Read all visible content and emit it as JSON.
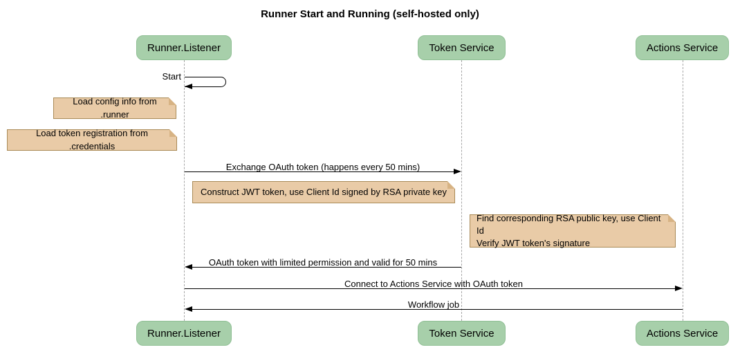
{
  "diagram": {
    "title": "Runner Start and Running (self-hosted only)",
    "participants": [
      {
        "name": "Runner.Listener"
      },
      {
        "name": "Token Service"
      },
      {
        "name": "Actions Service"
      }
    ],
    "self_message": {
      "participant": "Runner.Listener",
      "label": "Start"
    },
    "notes": [
      {
        "position": "left of Runner.Listener",
        "text": "Load config info from .runner"
      },
      {
        "position": "left of Runner.Listener",
        "text": "Load token registration from .credentials"
      },
      {
        "position": "over Runner.Listener and Token Service",
        "text": "Construct JWT token, use Client Id signed by RSA private key"
      },
      {
        "position": "over Token Service and Actions Service",
        "text": "Find corresponding RSA public key, use Client Id\nVerify JWT token's signature"
      }
    ],
    "messages": [
      {
        "from": "Runner.Listener",
        "to": "Token Service",
        "label": "Exchange OAuth token (happens every 50 mins)"
      },
      {
        "from": "Token Service",
        "to": "Runner.Listener",
        "label": "OAuth token with limited permission and valid for 50 mins"
      },
      {
        "from": "Runner.Listener",
        "to": "Actions Service",
        "label": "Connect to Actions Service with OAuth token"
      },
      {
        "from": "Actions Service",
        "to": "Runner.Listener",
        "label": "Workflow job"
      }
    ],
    "colors": {
      "actor_fill": "#a7cfaa",
      "actor_border": "#8fbf94",
      "note_fill": "#e9cba7",
      "note_border": "#a98a56",
      "line_color": "#000000",
      "lifeline_color": "#a6a6a6"
    }
  }
}
